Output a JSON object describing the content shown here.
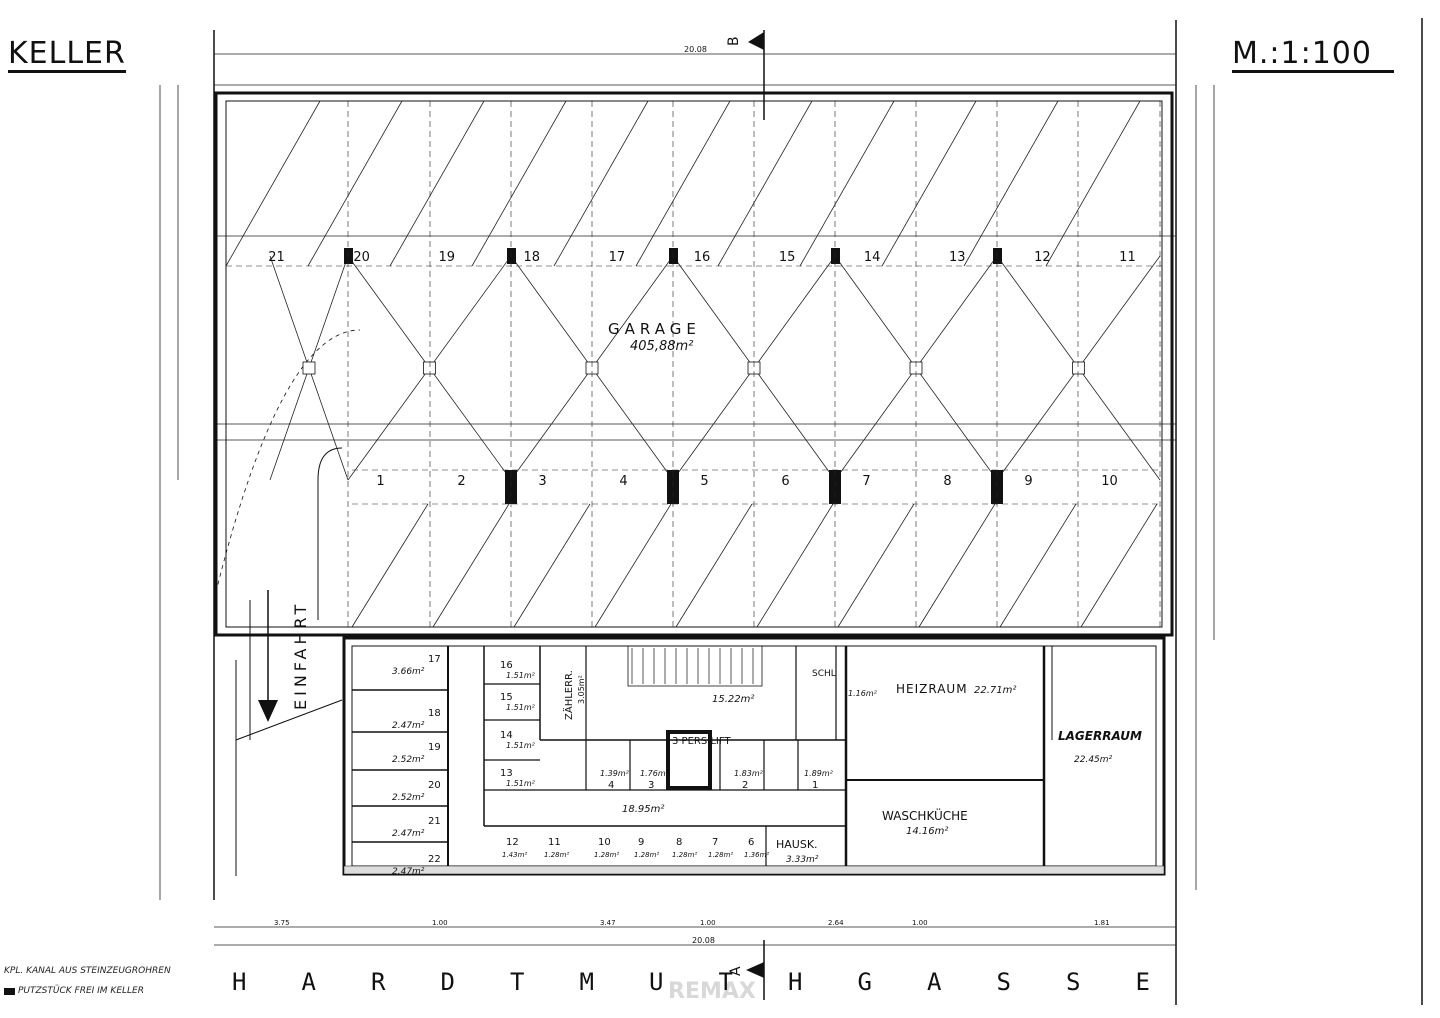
{
  "header": {
    "title": "KELLER",
    "scale": "M.:1:100"
  },
  "street_name": "HARDTMUTHGASSE",
  "section_mark": "B",
  "section_mark_bottom": "A",
  "garage": {
    "label": "GARAGE",
    "area": "405,88m²"
  },
  "parking_top": [
    "21",
    "20",
    "19",
    "18",
    "17",
    "16",
    "15",
    "14",
    "13",
    "12",
    "11"
  ],
  "parking_bottom": [
    "1",
    "2",
    "3",
    "4",
    "5",
    "6",
    "7",
    "8",
    "9",
    "10"
  ],
  "rooms": {
    "einfahrt": "EINFAHRT",
    "heizraum": "HEIZRAUM",
    "heizraum_area": "22.71m²",
    "lagerraum": "LAGERRAUM",
    "lagerraum_area": "22.45m²",
    "waschkueche": "WASCHKÜCHE",
    "waschkueche_area": "14.16m²",
    "lift": "3 PERS LIFT",
    "hausk": "HAUSK.",
    "hausk_area": "3.33m²",
    "zaehlerr": "ZÄHLERR.",
    "zaehlerr_area": "3.05m²",
    "stair_area": "15.22m²",
    "corridor_area": "18.95m²",
    "schl": "SCHL",
    "schl_area": "1.16m²"
  },
  "cellars_left": [
    {
      "no": "17",
      "area": "3.66m²"
    },
    {
      "no": "18",
      "area": "2.47m²"
    },
    {
      "no": "19",
      "area": "2.52m²"
    },
    {
      "no": "20",
      "area": "2.52m²"
    },
    {
      "no": "21",
      "area": "2.47m²"
    },
    {
      "no": "22",
      "area": "2.47m²"
    }
  ],
  "cellars_mid": [
    {
      "no": "16",
      "area": "1.51m²"
    },
    {
      "no": "15",
      "area": "1.51m²"
    },
    {
      "no": "14",
      "area": "1.51m²"
    },
    {
      "no": "13",
      "area": "1.51m²"
    }
  ],
  "cellars_row": [
    {
      "no": "4",
      "area": "1.39m²"
    },
    {
      "no": "3",
      "area": "1.76m²"
    },
    {
      "no": "2",
      "area": "1.83m²"
    },
    {
      "no": "1",
      "area": "1.89m²"
    }
  ],
  "cellars_bottom": [
    {
      "no": "12",
      "area": "1.43m²"
    },
    {
      "no": "11",
      "area": "1.28m²"
    },
    {
      "no": "10",
      "area": "1.28m²"
    },
    {
      "no": "9",
      "area": "1.28m²"
    },
    {
      "no": "8",
      "area": "1.28m²"
    },
    {
      "no": "7",
      "area": "1.28m²"
    },
    {
      "no": "6",
      "area": "1.36m²"
    }
  ],
  "dimensions": {
    "top_overall": "20.08",
    "bottom_overall": "20.08",
    "bottom_segments": [
      "3.75",
      "1.00",
      "3.47",
      "1.00",
      "2.64",
      "1.00",
      "1.81"
    ]
  },
  "legend": [
    "KPL. KANAL AUS STEINZEUGROHREN",
    "PUTZSTÜCK FREI IM KELLER"
  ],
  "watermark": "REMAX",
  "colors": {
    "ink": "#111111",
    "paper": "#ffffff"
  }
}
